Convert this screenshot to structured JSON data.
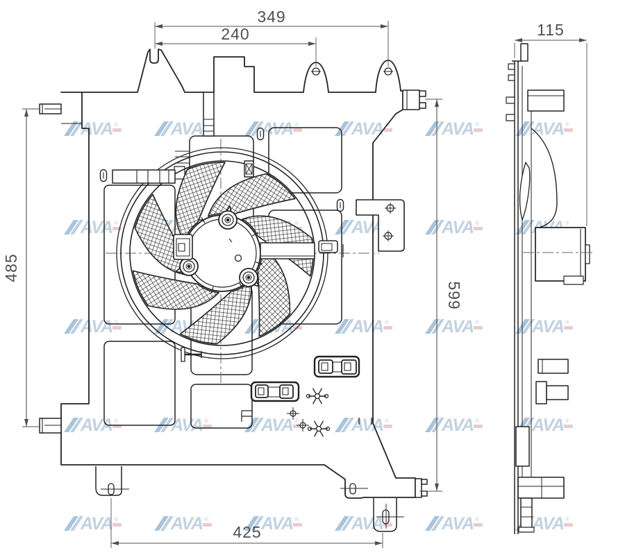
{
  "drawing": {
    "title": "radiator-fan-technical-drawing",
    "dimensions": {
      "top_overall": "349",
      "top_inner": "240",
      "side_depth": "115",
      "left_height": "485",
      "right_height": "599",
      "bottom_width": "425"
    },
    "watermark": {
      "text": "AVA",
      "mark": "®"
    },
    "colors": {
      "line": "#222222",
      "dimension": "#4f4f4f",
      "watermark_blue": "#c2d2e0",
      "watermark_swoosh": "#a9c3da",
      "watermark_swoosh2": "#bccfdf",
      "watermark_pink": "#e8ccd1",
      "background": "#ffffff"
    }
  }
}
